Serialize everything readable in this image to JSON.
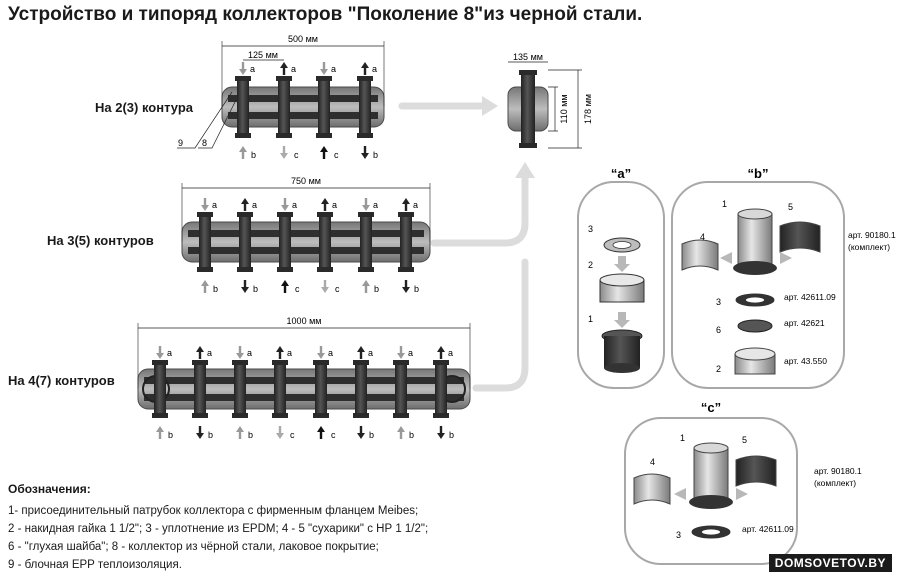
{
  "title": "Устройство и типоряд коллекторов \"Поколение 8\"из черной стали.",
  "rows": [
    {
      "label": "На 2(3) контура",
      "dim": "500 мм",
      "dim_spacing": "125 мм",
      "ports": 4
    },
    {
      "label": "На 3(5) контуров",
      "dim": "750 мм",
      "ports": 6
    },
    {
      "label": "На 4(7) контуров",
      "dim": "1000 мм",
      "ports": 8
    }
  ],
  "callouts": {
    "n9": "9",
    "n8": "8"
  },
  "flow_letters": {
    "a": "a",
    "b": "b",
    "c": "c"
  },
  "side_view": {
    "width": "135 мм",
    "h1": "110 мм",
    "h2": "178 мм"
  },
  "panels": {
    "a": {
      "title": "“a”",
      "nums": [
        "3",
        "2",
        "1"
      ]
    },
    "b": {
      "title": "“b”",
      "nums": [
        "1",
        "5",
        "4",
        "3",
        "6",
        "2"
      ],
      "arts": [
        "арт. 90180.1",
        "(комплект)",
        "арт. 42611.09",
        "арт. 42621",
        "арт. 43.550"
      ]
    },
    "c": {
      "title": "“c”",
      "nums": [
        "1",
        "5",
        "4",
        "3"
      ],
      "arts": [
        "арт. 90180.1",
        "(комплект)",
        "арт. 42611.09"
      ]
    }
  },
  "legend": {
    "head": "Обозначения:",
    "lines": [
      "1- присоединительный патрубок коллектора с фирменным фланцем Meibes;",
      "2 - накидная гайка 1 1/2\"; 3 - уплотнение из EPDM; 4 - 5 \"сухарики\" с НР 1 1/2\";",
      "6 - \"глухая шайба\"; 8 - коллектор из чёрной стали, лаковое покрытие;",
      "9 - блочная EPP теплоизоляция."
    ]
  },
  "watermark": "DOMSOVETOV.BY",
  "colors": {
    "pipe": "#3a3a3a",
    "insulation": "#9a9a9a",
    "panel_border": "#a8a8a8",
    "flow_arrow": "#dcdcdc"
  }
}
